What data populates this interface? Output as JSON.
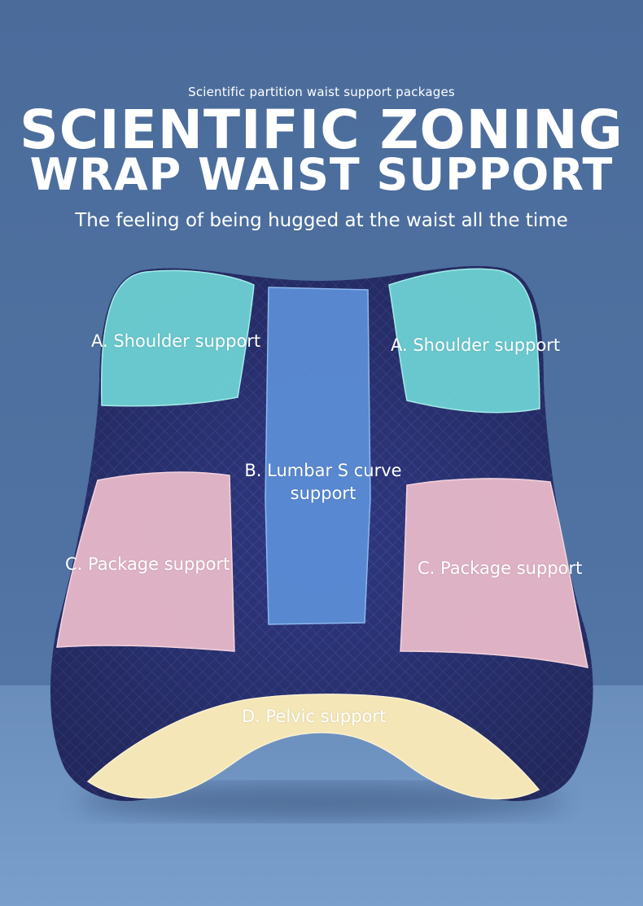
{
  "header": {
    "tagline": "Scientific partition waist support packages",
    "title_line1": "SCIENTIFIC ZONING",
    "title_line2": "WRAP WAIST SUPPORT",
    "subtitle": "The feeling of being hugged at the waist all the time"
  },
  "zones": {
    "shoulder_left": "A. Shoulder support",
    "shoulder_right": "A. Shoulder support",
    "lumbar": "B. Lumbar S curve support",
    "package_left": "C. Package support",
    "package_right": "C. Package support",
    "pelvic": "D. Pelvic support"
  },
  "colors": {
    "background": "#4d6f9e",
    "cushion_fabric": "#2d3579",
    "shoulder_zone": "#6fd6d6",
    "lumbar_zone": "#5c8fd8",
    "package_zone": "#e8b9c9",
    "pelvic_zone": "#f4e6b6"
  }
}
